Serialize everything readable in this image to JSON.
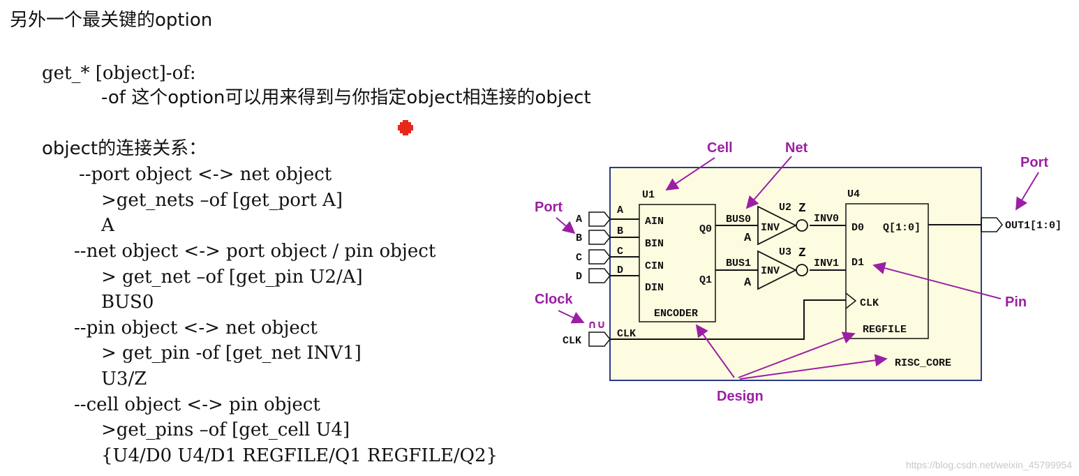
{
  "heading": "另外一个最关键的option",
  "syntax": "get_* [object]-of:",
  "syntax_desc": "-of 这个option可以用来得到与你指定object相连接的object",
  "relations_title": "object的连接关系：",
  "relations": [
    {
      "pair": "--port object    <->    net object",
      "command": ">get_nets –of [get_port A]",
      "result": "A"
    },
    {
      "pair": "--net object      <->   port object / pin object",
      "command": "> get_net –of [get_pin U2/A]",
      "result": "BUS0"
    },
    {
      "pair": "--pin object      <->   net object",
      "command": "> get_pin -of [get_net INV1]",
      "result": "U3/Z"
    },
    {
      "pair": "--cell object     <->   pin object",
      "command": ">get_pins –of  [get_cell U4]",
      "result": "{U4/D0 U4/D1 REGFILE/Q1 REGFILE/Q2}"
    }
  ],
  "diagram": {
    "callouts": {
      "cell": "Cell",
      "net": "Net",
      "port_left": "Port",
      "port_right": "Port",
      "clock": "Clock",
      "pin": "Pin",
      "design": "Design"
    },
    "u1": {
      "name": "U1",
      "inputs": [
        "AIN",
        "BIN",
        "CIN",
        "DIN"
      ],
      "outputs": [
        "Q0",
        "Q1"
      ],
      "type": "ENCODER"
    },
    "ports": [
      "A",
      "B",
      "C",
      "D"
    ],
    "port_nets": [
      "A",
      "B",
      "C",
      "D"
    ],
    "clk_port": "CLK",
    "clk_net": "CLK",
    "clock_symbol": "∩∪",
    "buses": [
      "BUS0",
      "BUS1"
    ],
    "u2": {
      "name": "U2",
      "type": "INV",
      "in_pin": "A",
      "out_pin": "Z"
    },
    "u3": {
      "name": "U3",
      "type": "INV",
      "in_pin": "A",
      "out_pin": "Z"
    },
    "invs": [
      "INV0",
      "INV1"
    ],
    "u4": {
      "name": "U4",
      "inputs": [
        "D0",
        "D1"
      ],
      "output": "Q[1:0]",
      "clk": "CLK",
      "type": "REGFILE"
    },
    "out_port": "OUT1[1:0]",
    "design_name": "RISC_CORE"
  },
  "watermark": "https://blog.csdn.net/weixin_45799954",
  "colors": {
    "callout": "#9b1fa3",
    "design_fill": "#fdfbe0",
    "design_border": "#2b3a8c",
    "marker": "#e8281b"
  }
}
